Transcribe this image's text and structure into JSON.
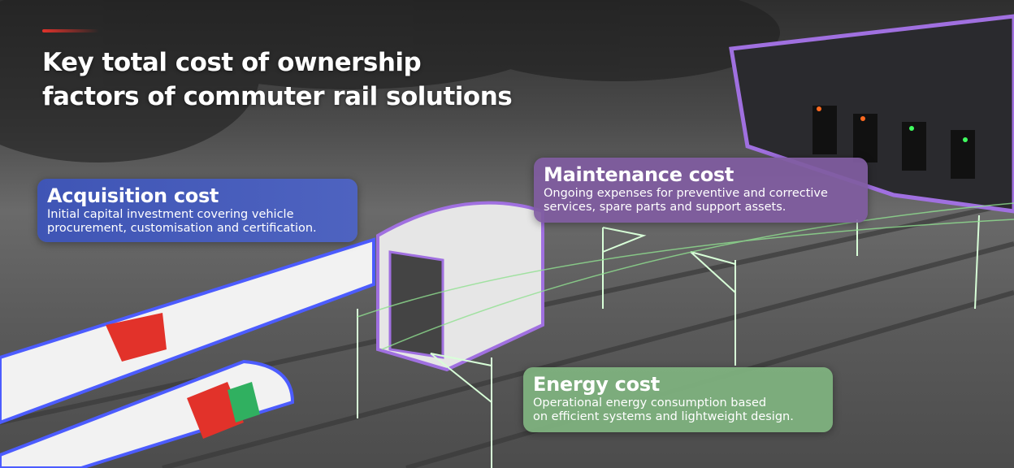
{
  "header": {
    "title_line1": "Key total cost of ownership",
    "title_line2": "factors of commuter rail solutions"
  },
  "cards": [
    {
      "title": "Acquisition cost",
      "line1": "Initial capital investment covering vehicle",
      "line2": "procurement, customisation and certification."
    },
    {
      "title": "Maintenance cost",
      "line1": "Ongoing expenses for preventive and corrective",
      "line2": "services, spare parts and support assets."
    },
    {
      "title": "Energy cost",
      "line1": "Operational energy consumption based",
      "line2": "on efficient systems and lightweight design."
    }
  ],
  "colors": {
    "accent": "#e2322a",
    "acquisition": "#4a5fbd",
    "maintenance": "#805ca0",
    "energy": "#80b480"
  }
}
